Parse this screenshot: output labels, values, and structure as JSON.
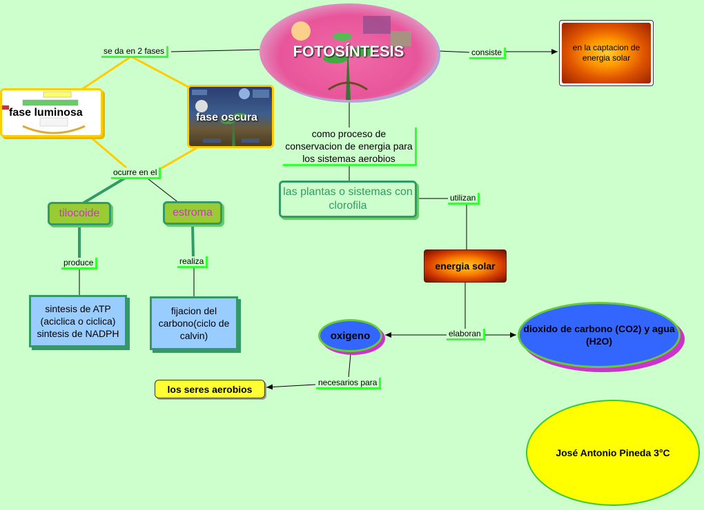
{
  "title": "FOTOSÍNTESIS",
  "nodes": {
    "consiste_target": "en la captacion de energia solar",
    "fase_luminosa": "fase luminosa",
    "fase_oscura": "fase oscura",
    "tilocoide": "tilocoide",
    "estroma": "estroma",
    "atp": "sintesis de ATP (aciclica o ciclica) sintesis de NADPH",
    "fijacion": "fijacion del carbono(ciclo de calvin)",
    "proceso": "como proceso de conservacion de energia para los sistemas aerobios",
    "plantas": "las plantas o sistemas con clorofila",
    "energia_solar": "energia solar",
    "oxigeno": "oxigeno",
    "dioxido": "dioxido de carbono (CO2) y agua (H2O)",
    "seres_aerobios": "los seres aerobios",
    "author": "José Antonio Pineda 3°C"
  },
  "links": {
    "se_da": "se da en 2 fases",
    "consiste": "consiste",
    "ocurre": "ocurre en el",
    "produce": "produce",
    "realiza": "realiza",
    "utilizan": "utilizan",
    "elaboran": "elaboran",
    "necesarios": "necesarios para"
  },
  "colors": {
    "background": "#ccffcc",
    "connector_yellow": "#ffcc00",
    "connector_dark": "#000000",
    "connector_green": "#339966",
    "label_underline": "#33ff33",
    "oval_blue": "#3366ff",
    "accent_magenta": "#cc33cc"
  }
}
